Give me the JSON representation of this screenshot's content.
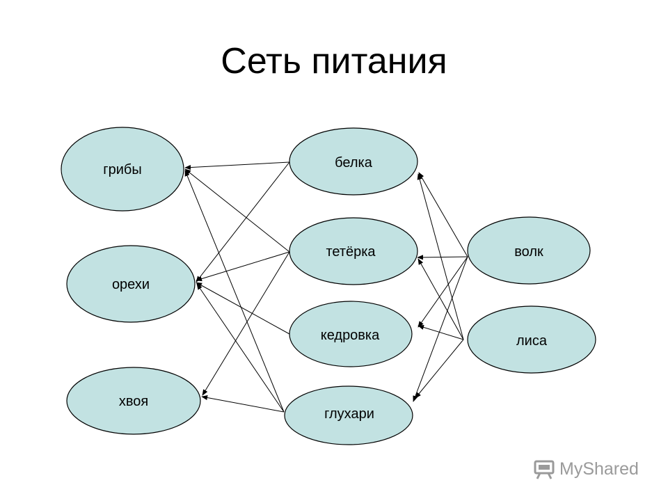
{
  "title": "Сеть питания",
  "nodes": {
    "griby": "грибы",
    "orekhi": "орехи",
    "khvoya": "хвоя",
    "belka": "белка",
    "teterka": "тетёрка",
    "kedrovka": "кедровка",
    "glukhari": "глухари",
    "volk": "волк",
    "lisa": "лиса"
  },
  "edges": [
    {
      "from": "belka",
      "to": "griby"
    },
    {
      "from": "belka",
      "to": "orekhi"
    },
    {
      "from": "teterka",
      "to": "griby"
    },
    {
      "from": "teterka",
      "to": "orekhi"
    },
    {
      "from": "kedrovka",
      "to": "orekhi"
    },
    {
      "from": "glukhari",
      "to": "griby"
    },
    {
      "from": "glukhari",
      "to": "orekhi"
    },
    {
      "from": "glukhari",
      "to": "khvoya"
    },
    {
      "from": "teterka",
      "to": "khvoya"
    },
    {
      "from": "volk",
      "to": "belka"
    },
    {
      "from": "volk",
      "to": "teterka"
    },
    {
      "from": "volk",
      "to": "kedrovka"
    },
    {
      "from": "volk",
      "to": "glukhari"
    },
    {
      "from": "lisa",
      "to": "belka"
    },
    {
      "from": "lisa",
      "to": "teterka"
    },
    {
      "from": "lisa",
      "to": "kedrovka"
    },
    {
      "from": "lisa",
      "to": "glukhari"
    }
  ],
  "colors": {
    "node_fill": "#c2e2e2",
    "node_stroke": "#000000",
    "edge": "#000000",
    "watermark": "#9a9a9a"
  },
  "watermark": {
    "text": "MyShared",
    "icon": "presentation-board-icon"
  }
}
